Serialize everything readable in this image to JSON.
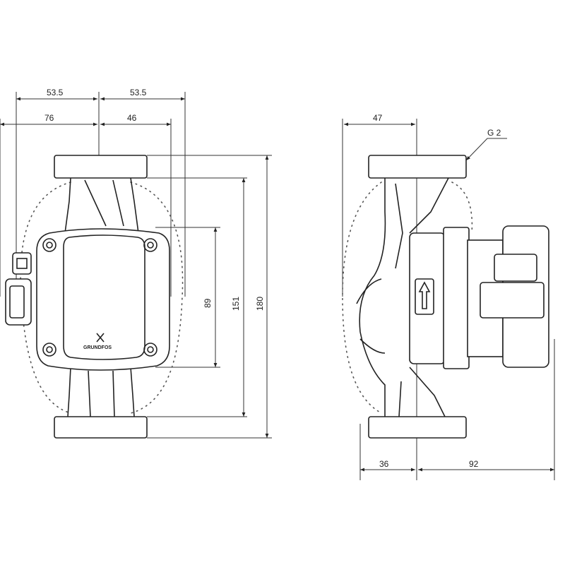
{
  "front_view": {
    "dims": {
      "top_left": "53.5",
      "top_right": "53.5",
      "left": "76",
      "right": "46",
      "h_inner": "89",
      "h_mid": "151",
      "h_total": "180"
    },
    "logo_text": "GRUNDFOS"
  },
  "side_view": {
    "dims": {
      "top": "47",
      "bottom_left": "36",
      "bottom_right": "92"
    },
    "thread_label": "G 2"
  }
}
